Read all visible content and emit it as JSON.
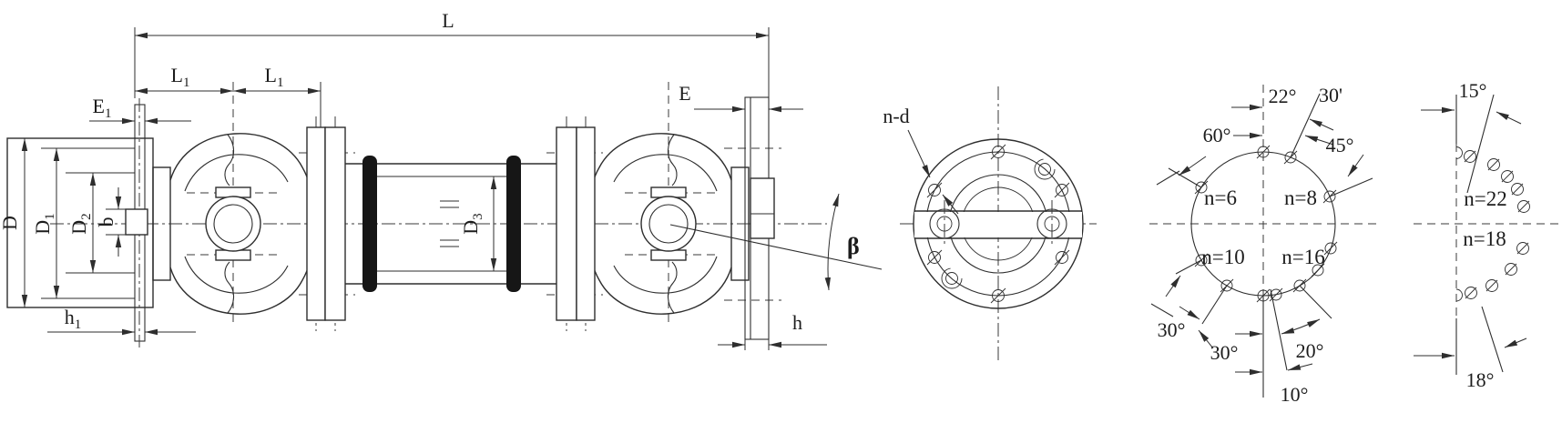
{
  "drawing": {
    "subject": "universal joint cardan shaft dimensional drawing",
    "colors": {
      "line": "#2e2e2e",
      "background": "#ffffff",
      "oring_fill": "#161616"
    }
  },
  "side_view": {
    "labels": {
      "L": {
        "base": "L",
        "sub": ""
      },
      "L1a": {
        "base": "L",
        "sub": "1"
      },
      "L1b": {
        "base": "L",
        "sub": "1"
      },
      "E1": {
        "base": "E",
        "sub": "1"
      },
      "E": {
        "base": "E",
        "sub": ""
      },
      "h1": {
        "base": "h",
        "sub": "1"
      },
      "h": {
        "base": "h",
        "sub": ""
      },
      "D": {
        "base": "D",
        "sub": ""
      },
      "D1": {
        "base": "D",
        "sub": "1"
      },
      "D2": {
        "base": "D",
        "sub": "2"
      },
      "D3": {
        "base": "D",
        "sub": "3"
      },
      "b": {
        "base": "b",
        "sub": ""
      },
      "beta": "β"
    }
  },
  "flange_view": {
    "callout": "n-d"
  },
  "bolt_angle_view": {
    "quadrants": {
      "q1": "n=6",
      "q2": "n=8",
      "q3": "n=10",
      "q4": "n=16"
    },
    "angles": {
      "a22": "22°",
      "a30m": "30'",
      "a45": "45°",
      "a60": "60°",
      "a30a": "30°",
      "a30b": "30°",
      "a20": "20°",
      "a10": "10°"
    }
  },
  "alt_angle_view": {
    "a15": "15°",
    "n22": "n=22",
    "n18": "n=18",
    "a18": "18°"
  }
}
